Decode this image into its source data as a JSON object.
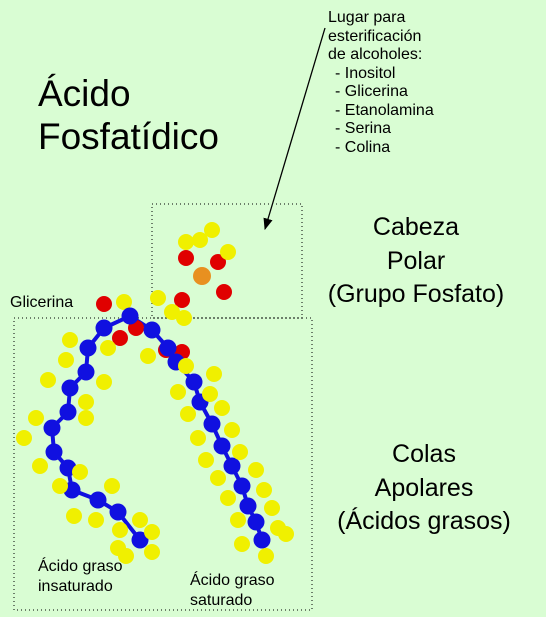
{
  "title": {
    "line1": "Ácido",
    "line2": "Fosfatídico"
  },
  "note": {
    "heading_line1": "Lugar para",
    "heading_line2": "esterificación",
    "heading_line3": "de alcoholes:",
    "items": [
      "- Inositol",
      "- Glicerina",
      "- Etanolamina",
      "- Serina",
      "- Colina"
    ]
  },
  "head_label": {
    "line1": "Cabeza",
    "line2": "Polar",
    "line3": "(Grupo Fosfato)"
  },
  "tail_label": {
    "line1": "Colas",
    "line2": "Apolares",
    "line3": "(Ácidos grasos)"
  },
  "glycerol_label": "Glicerina",
  "unsaturated_label": {
    "line1": "Ácido graso",
    "line2": "insaturado"
  },
  "saturated_label": {
    "line1": "Ácido graso",
    "line2": "saturado"
  },
  "colors": {
    "background": "#d9fdd3",
    "hydrogen": "#f0f000",
    "carbon": "#1010e0",
    "oxygen": "#e00000",
    "phosphorus": "#e89020",
    "bond": "#1010e0"
  }
}
